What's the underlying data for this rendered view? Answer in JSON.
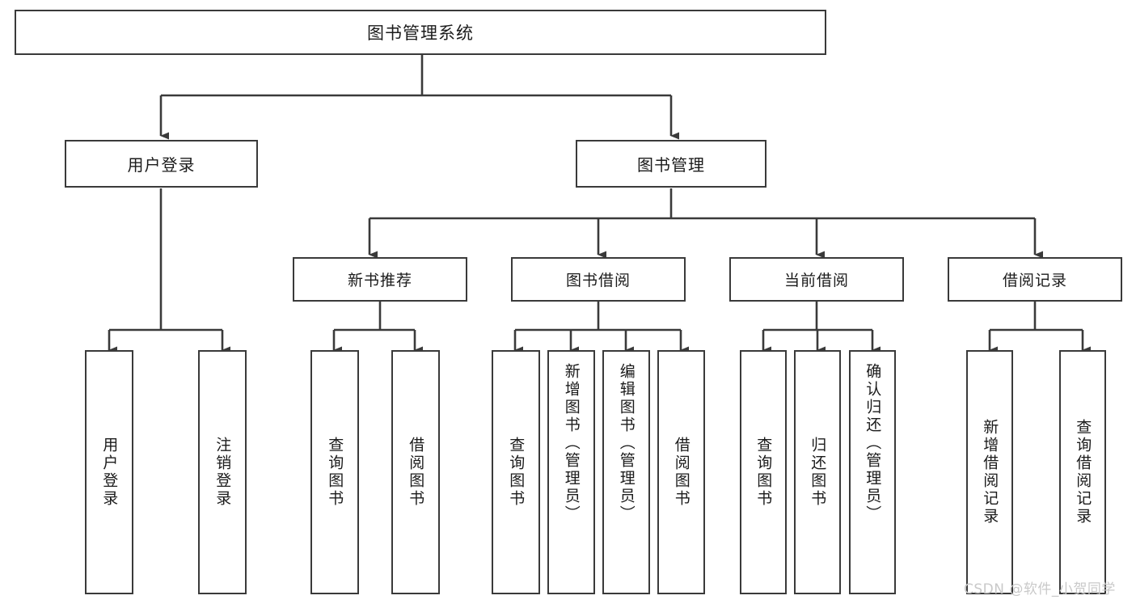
{
  "diagram": {
    "type": "tree-hierarchy-flowchart",
    "title": "图书管理系统",
    "watermark": "CSDN @软件_小贺同学",
    "colors": {
      "box_border": "#3a3a3a",
      "box_fill": "#ffffff",
      "edge": "#3a3a3a",
      "text": "#1b1b1b",
      "watermark": "#c9c9c9",
      "background": "#ffffff"
    },
    "nodes": {
      "root": {
        "label": "图书管理系统"
      },
      "level1": [
        {
          "id": "user-login",
          "label": "用户登录"
        },
        {
          "id": "book-manage",
          "label": "图书管理"
        }
      ],
      "level2": [
        {
          "id": "new-book-recommend",
          "label": "新书推荐"
        },
        {
          "id": "book-borrow",
          "label": "图书借阅"
        },
        {
          "id": "current-borrow",
          "label": "当前借阅"
        },
        {
          "id": "borrow-record",
          "label": "借阅记录"
        }
      ],
      "leaves": {
        "user-login": [
          {
            "id": "leaf-user-login",
            "label": "用户登录"
          },
          {
            "id": "leaf-logout-login",
            "label": "注销登录"
          }
        ],
        "new-book-recommend": [
          {
            "id": "leaf-query-book-1",
            "label": "查询图书"
          },
          {
            "id": "leaf-borrow-book-1",
            "label": "借阅图书"
          }
        ],
        "book-borrow": [
          {
            "id": "leaf-query-book-2",
            "label": "查询图书"
          },
          {
            "id": "leaf-add-book",
            "label": "新增图书（管理员）"
          },
          {
            "id": "leaf-edit-book",
            "label": "编辑图书（管理员）"
          },
          {
            "id": "leaf-borrow-book-2",
            "label": "借阅图书"
          }
        ],
        "current-borrow": [
          {
            "id": "leaf-query-book-3",
            "label": "查询图书"
          },
          {
            "id": "leaf-return-book",
            "label": "归还图书"
          },
          {
            "id": "leaf-confirm-return",
            "label": "确认归还（管理员）"
          }
        ],
        "borrow-record": [
          {
            "id": "leaf-add-record",
            "label": "新增借阅记录"
          },
          {
            "id": "leaf-query-record",
            "label": "查询借阅记录"
          }
        ]
      }
    }
  }
}
